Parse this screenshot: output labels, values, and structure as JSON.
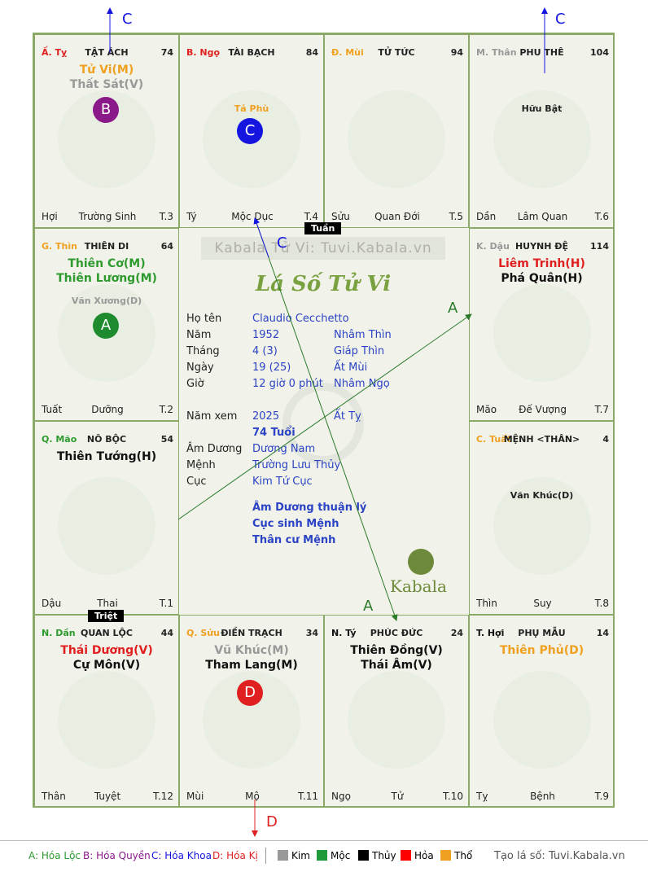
{
  "palaces": [
    {
      "id": "ty_top",
      "branch": "Ấ. Tỵ",
      "branch_color": "#e02020",
      "name": "TẬT ÁCH",
      "number": "74",
      "stars": [
        {
          "t": "Tử Vi(M)",
          "c": "#f0a020",
          "s": "maj"
        },
        {
          "t": "Thất Sát(V)",
          "c": "#999999",
          "s": "maj"
        }
      ],
      "f1": "Hợi",
      "f2": "Trường Sinh",
      "f3": "T.3"
    },
    {
      "id": "ngo",
      "branch": "B. Ngọ",
      "branch_color": "#e02020",
      "name": "TÀI BẠCH",
      "number": "84",
      "stars": [
        {
          "t": "Tả Phù",
          "c": "#f0a020",
          "s": "min"
        }
      ],
      "f1": "Tý",
      "f2": "Mộc Dục",
      "f3": "T.4"
    },
    {
      "id": "mui",
      "branch": "Đ. Mùi",
      "branch_color": "#f0a020",
      "name": "TỬ TỨC",
      "number": "94",
      "stars": [],
      "f1": "Sửu",
      "f2": "Quan Đới",
      "f3": "T.5"
    },
    {
      "id": "than",
      "branch": "M. Thân",
      "branch_color": "#999999",
      "name": "PHU THÊ",
      "number": "104",
      "stars": [
        {
          "t": "Hữu Bật",
          "c": "#222222",
          "s": "min"
        }
      ],
      "f1": "Dần",
      "f2": "Lâm Quan",
      "f3": "T.6"
    },
    {
      "id": "thin",
      "branch": "G. Thìn",
      "branch_color": "#f0a020",
      "name": "THIÊN DI",
      "number": "64",
      "stars": [
        {
          "t": "Thiên Cơ(M)",
          "c": "#2e9a2e",
          "s": "maj"
        },
        {
          "t": "Thiên Lương(M)",
          "c": "#2e9a2e",
          "s": "maj"
        },
        {
          "t": "Văn Xương(D)",
          "c": "#999999",
          "s": "min"
        }
      ],
      "f1": "Tuất",
      "f2": "Dưỡng",
      "f3": "T.2"
    },
    {
      "id": "dau",
      "branch": "K. Dậu",
      "branch_color": "#999999",
      "name": "HUYNH ĐỆ",
      "number": "114",
      "stars": [
        {
          "t": "Liêm Trinh(H)",
          "c": "#e02020",
          "s": "maj"
        },
        {
          "t": "Phá Quân(H)",
          "c": "#111111",
          "s": "maj"
        }
      ],
      "f1": "Mão",
      "f2": "Đế Vượng",
      "f3": "T.7"
    },
    {
      "id": "mao",
      "branch": "Q. Mão",
      "branch_color": "#2e9a2e",
      "name": "NÔ BỘC",
      "number": "54",
      "stars": [
        {
          "t": "Thiên Tướng(H)",
          "c": "#111111",
          "s": "maj"
        }
      ],
      "f1": "Dậu",
      "f2": "Thai",
      "f3": "T.1"
    },
    {
      "id": "tuat",
      "branch": "C. Tuất",
      "branch_color": "#f0a020",
      "name": "MỆNH <THÂN>",
      "number": "4",
      "stars": [
        {
          "t": "Văn Khúc(D)",
          "c": "#222222",
          "s": "min"
        }
      ],
      "f1": "Thìn",
      "f2": "Suy",
      "f3": "T.8"
    },
    {
      "id": "dan",
      "branch": "N. Dần",
      "branch_color": "#2e9a2e",
      "name": "QUAN LỘC",
      "number": "44",
      "stars": [
        {
          "t": "Thái Dương(V)",
          "c": "#e02020",
          "s": "maj"
        },
        {
          "t": "Cự Môn(V)",
          "c": "#111111",
          "s": "maj"
        }
      ],
      "f1": "Thân",
      "f2": "Tuyệt",
      "f3": "T.12"
    },
    {
      "id": "suu",
      "branch": "Q. Sửu",
      "branch_color": "#f0a020",
      "name": "ĐIỀN TRẠCH",
      "number": "34",
      "stars": [
        {
          "t": "Vũ Khúc(M)",
          "c": "#999999",
          "s": "maj"
        },
        {
          "t": "Tham Lang(M)",
          "c": "#111111",
          "s": "maj"
        }
      ],
      "f1": "Mùi",
      "f2": "Mộ",
      "f3": "T.11"
    },
    {
      "id": "ty_bottom",
      "branch": "N. Tý",
      "branch_color": "#111111",
      "name": "PHÚC ĐỨC",
      "number": "24",
      "stars": [
        {
          "t": "Thiên Đồng(V)",
          "c": "#111111",
          "s": "maj"
        },
        {
          "t": "Thái Âm(V)",
          "c": "#111111",
          "s": "maj"
        }
      ],
      "f1": "Ngọ",
      "f2": "Tử",
      "f3": "T.10"
    },
    {
      "id": "hoi",
      "branch": "T. Hợi",
      "branch_color": "#111111",
      "name": "PHỤ MẪU",
      "number": "14",
      "stars": [
        {
          "t": "Thiên Phủ(D)",
          "c": "#f0a020",
          "s": "maj"
        }
      ],
      "f1": "Tỵ",
      "f2": "Bệnh",
      "f3": "T.9"
    }
  ],
  "badges": {
    "B": "B",
    "C": "C",
    "A": "A",
    "D": "D"
  },
  "tags": {
    "tuan": "Tuần",
    "triet": "Triệt"
  },
  "arrow_labels": {
    "c": "C",
    "a": "A",
    "d": "D"
  },
  "center": {
    "watermark": "Kabala Tử Vi: Tuvi.Kabala.vn",
    "title": "Lá Số Tử Vi",
    "rows": [
      {
        "label": "Họ tên",
        "v1": "Claudio Cecchetto",
        "v2": ""
      },
      {
        "label": "Năm",
        "v1": "1952",
        "v2": "Nhâm Thìn"
      },
      {
        "label": "Tháng",
        "v1": "4  (3)",
        "v2": "Giáp Thìn"
      },
      {
        "label": "Ngày",
        "v1": "19  (25)",
        "v2": "Ất Mùi"
      },
      {
        "label": "Giờ",
        "v1": "12 giờ 0 phút",
        "v2": "Nhâm Ngọ"
      }
    ],
    "nam_xem_label": "Năm xem",
    "nam_xem": "2025",
    "nam_xem_can": "Ất Tỵ",
    "tuoi": "74 Tuổi",
    "rows2": [
      {
        "label": "Âm Dương",
        "v1": "Dương Nam"
      },
      {
        "label": "Mệnh",
        "v1": "Trường Lưu Thủy"
      },
      {
        "label": "Cục",
        "v1": "Kim Tứ Cục"
      }
    ],
    "notes": [
      "Âm Dương thuận lý",
      "Cục sinh Mệnh",
      "Thân cư Mệnh"
    ],
    "brand": "Kabala"
  },
  "legend": {
    "a": "A: Hóa Lộc",
    "b": "B: Hóa Quyền",
    "c": "C: Hóa Khoa",
    "d": "D: Hóa Kị",
    "kim": "Kim",
    "moc": "Mộc",
    "thuy": "Thủy",
    "hoa": "Hỏa",
    "tho": "Thổ",
    "site": "Tạo lá số: Tuvi.Kabala.vn"
  },
  "colors": {
    "red": "#e02020",
    "green": "#2e9a2e",
    "purple": "#8a1a8a",
    "blue": "#1515e0",
    "grey": "#999999",
    "orange": "#f0a020",
    "black": "#000000"
  }
}
